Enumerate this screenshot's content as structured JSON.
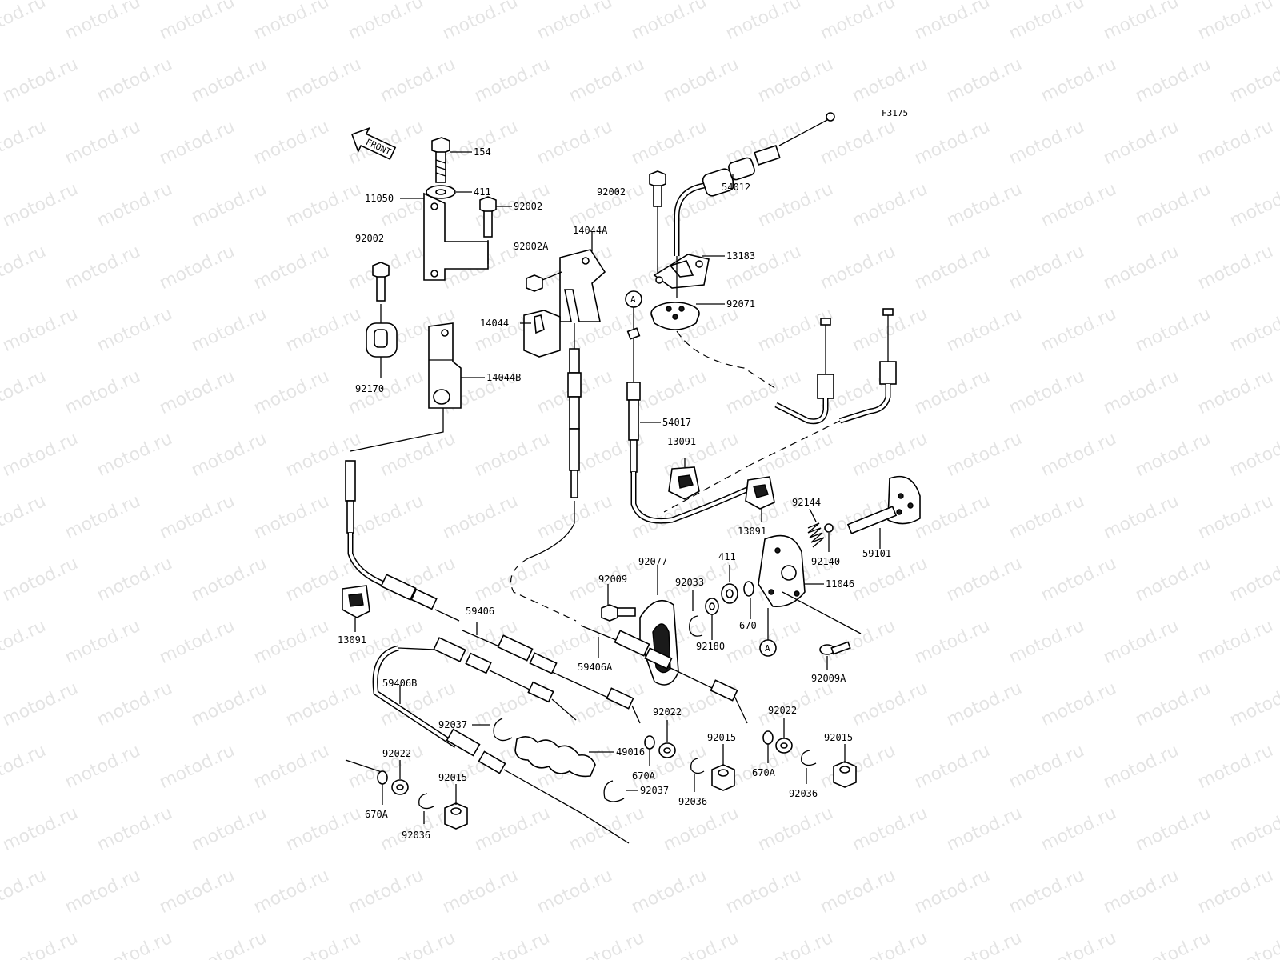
{
  "figure_code": "F3175",
  "front_marker": "FRONT",
  "watermark_text": "motod.ru",
  "reference_marks": [
    "A",
    "A"
  ],
  "part_labels": [
    "154",
    "411",
    "11050",
    "92002",
    "92002",
    "92002A",
    "14044A",
    "92002",
    "54012",
    "13183",
    "92071",
    "14044",
    "92170",
    "14044B",
    "54017",
    "13091",
    "13091",
    "92144",
    "92140",
    "59101",
    "411",
    "92077",
    "92009",
    "92033",
    "11046",
    "670",
    "92180",
    "13091",
    "59406",
    "59406A",
    "92009A",
    "59406B",
    "92037",
    "49016",
    "92022",
    "92015",
    "92022",
    "92015",
    "670A",
    "92036",
    "670A",
    "92036",
    "92022",
    "92015",
    "670A",
    "92036",
    "92037"
  ]
}
